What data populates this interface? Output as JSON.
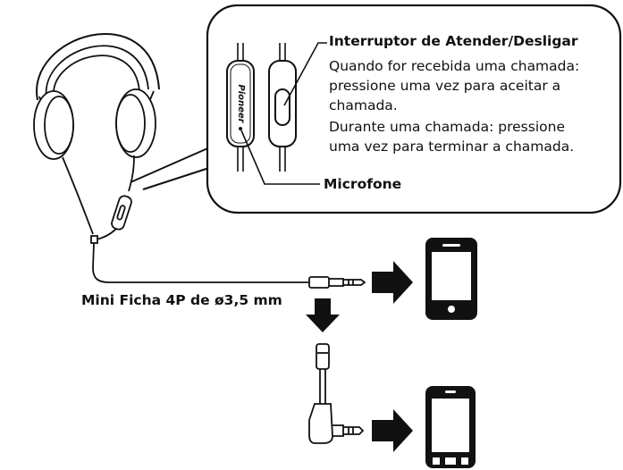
{
  "callout": {
    "switch_title": "Interruptor de Atender/Desligar",
    "switch_lines": [
      "Quando for recebida uma chamada:",
      "pressione uma vez para aceitar a",
      "chamada.",
      "Durante uma chamada: pressione",
      "uma vez para terminar a chamada."
    ],
    "microphone_label": "Microfone",
    "remote_brand": "Pioneer"
  },
  "plug_label": "Mini Ficha 4P de ø3,5 mm",
  "devices": [
    "smartphone",
    "smartphone"
  ],
  "colors": {
    "ink": "#111111",
    "background": "#ffffff"
  }
}
